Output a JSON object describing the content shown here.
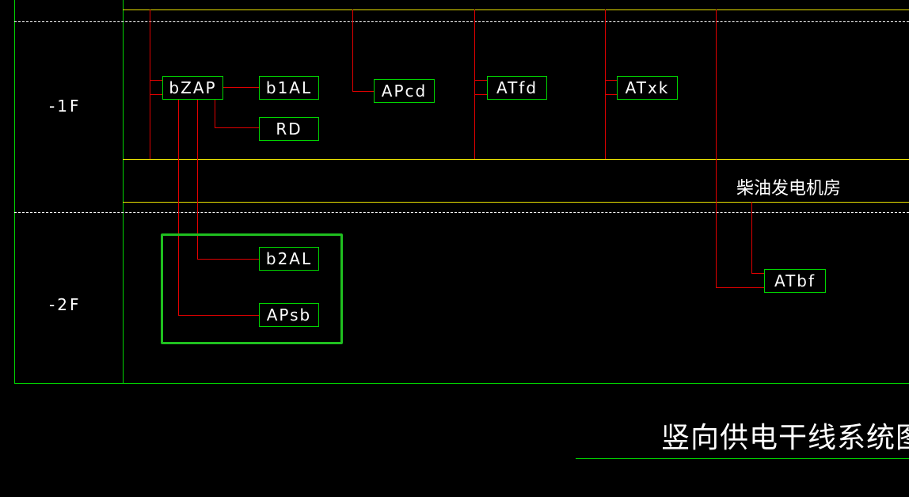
{
  "floors": {
    "b1": "-1F",
    "b2": "-2F"
  },
  "rooms": {
    "generator_room": "柴油发电机房"
  },
  "title": "竖向供电干线系统图",
  "panels": {
    "bZAP": "bZAP",
    "b1AL": "b1AL",
    "RD": "RD",
    "APcd": "APcd",
    "ATfd": "ATfd",
    "ATxk": "ATxk",
    "b2AL": "b2AL",
    "APsb": "APsb",
    "ATbf": "ATbf"
  },
  "colors": {
    "background": "#000000",
    "grid": "#00d400",
    "floor_band": "#e8e000",
    "feeder": "#e00000",
    "text": "#ffffff",
    "highlight_frame": "#1fbf1f"
  }
}
